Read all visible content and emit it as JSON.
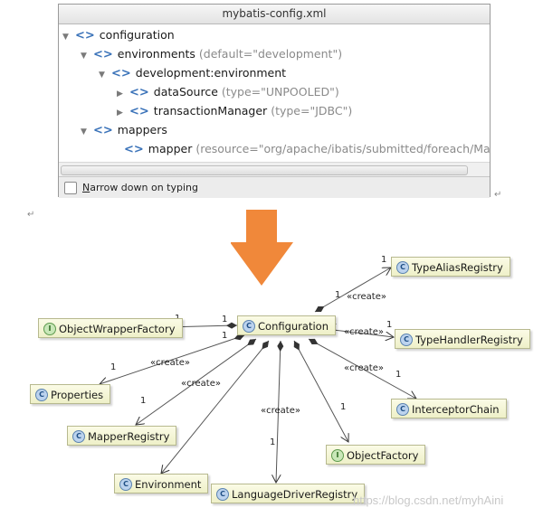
{
  "panel": {
    "title": "mybatis-config.xml",
    "tree": [
      {
        "name": "configuration",
        "attr": ""
      },
      {
        "name": "environments",
        "attr": "(default=\"development\")"
      },
      {
        "name": "development:environment",
        "attr": ""
      },
      {
        "name": "dataSource",
        "attr": "(type=\"UNPOOLED\")"
      },
      {
        "name": "transactionManager",
        "attr": "(type=\"JDBC\")"
      },
      {
        "name": "mappers",
        "attr": ""
      },
      {
        "name": "mapper",
        "attr": "(resource=\"org/apache/ibatis/submitted/foreach/Mapper.x"
      }
    ],
    "narrow_down_label_u": "N",
    "narrow_down_label_rest": "arrow down on typing",
    "pilcrow": "↵"
  },
  "diagram": {
    "classes": {
      "configuration": "Configuration",
      "type_alias_registry": "TypeAliasRegistry",
      "object_wrapper_factory": "ObjectWrapperFactory",
      "type_handler_registry": "TypeHandlerRegistry",
      "properties": "Properties",
      "interceptor_chain": "InterceptorChain",
      "mapper_registry": "MapperRegistry",
      "object_factory": "ObjectFactory",
      "environment": "Environment",
      "language_driver_registry": "LanguageDriverRegistry"
    },
    "stereotype": "«create»",
    "multiplicity": "1"
  },
  "watermark": "https://blog.csdn.net/myhAini",
  "colors": {
    "arrow": "#f0883a",
    "class_fill": "#f5f6d8",
    "class_border": "#b7b98f",
    "tag_icon": "#3b73b9"
  }
}
